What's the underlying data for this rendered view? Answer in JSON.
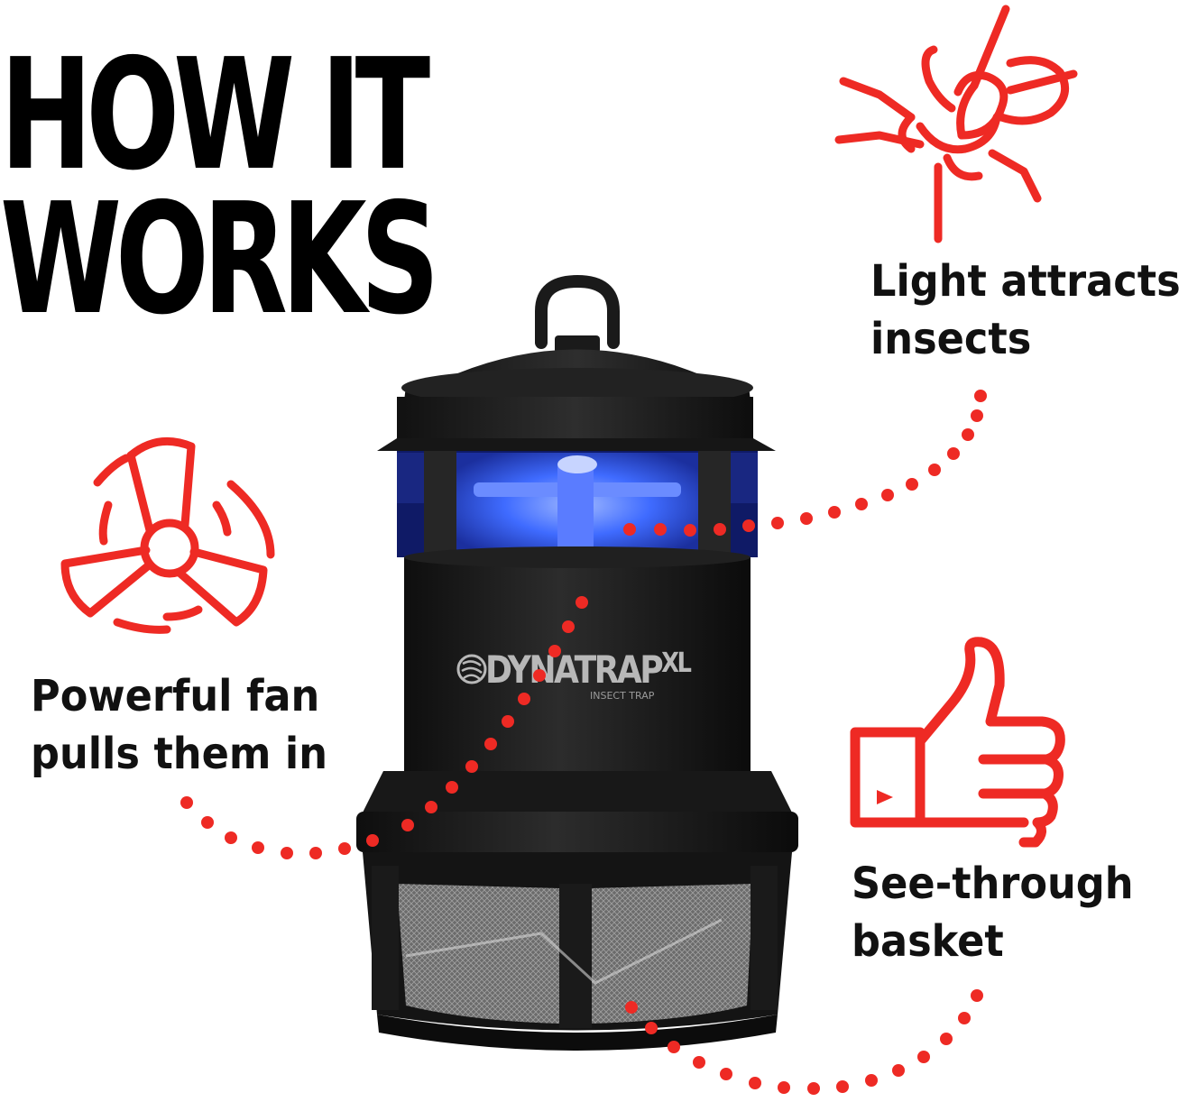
{
  "heading": {
    "line1": "HOW IT",
    "line2": "WORKS"
  },
  "features": [
    {
      "icon": "mosquito-icon",
      "line1": "Light attracts",
      "line2": "insects"
    },
    {
      "icon": "fan-icon",
      "line1": "Powerful fan",
      "line2": "pulls them in"
    },
    {
      "icon": "thumbs-up-icon",
      "line1": "See-through",
      "line2": "basket"
    }
  ],
  "product": {
    "brand": "DYNATRAP",
    "model": "XL",
    "subtitle": "INSECT TRAP"
  },
  "colors": {
    "accent": "#ee2a24",
    "text": "#111111",
    "product_body": "#1c1c1c",
    "uv_glow": "#3f6bff"
  }
}
